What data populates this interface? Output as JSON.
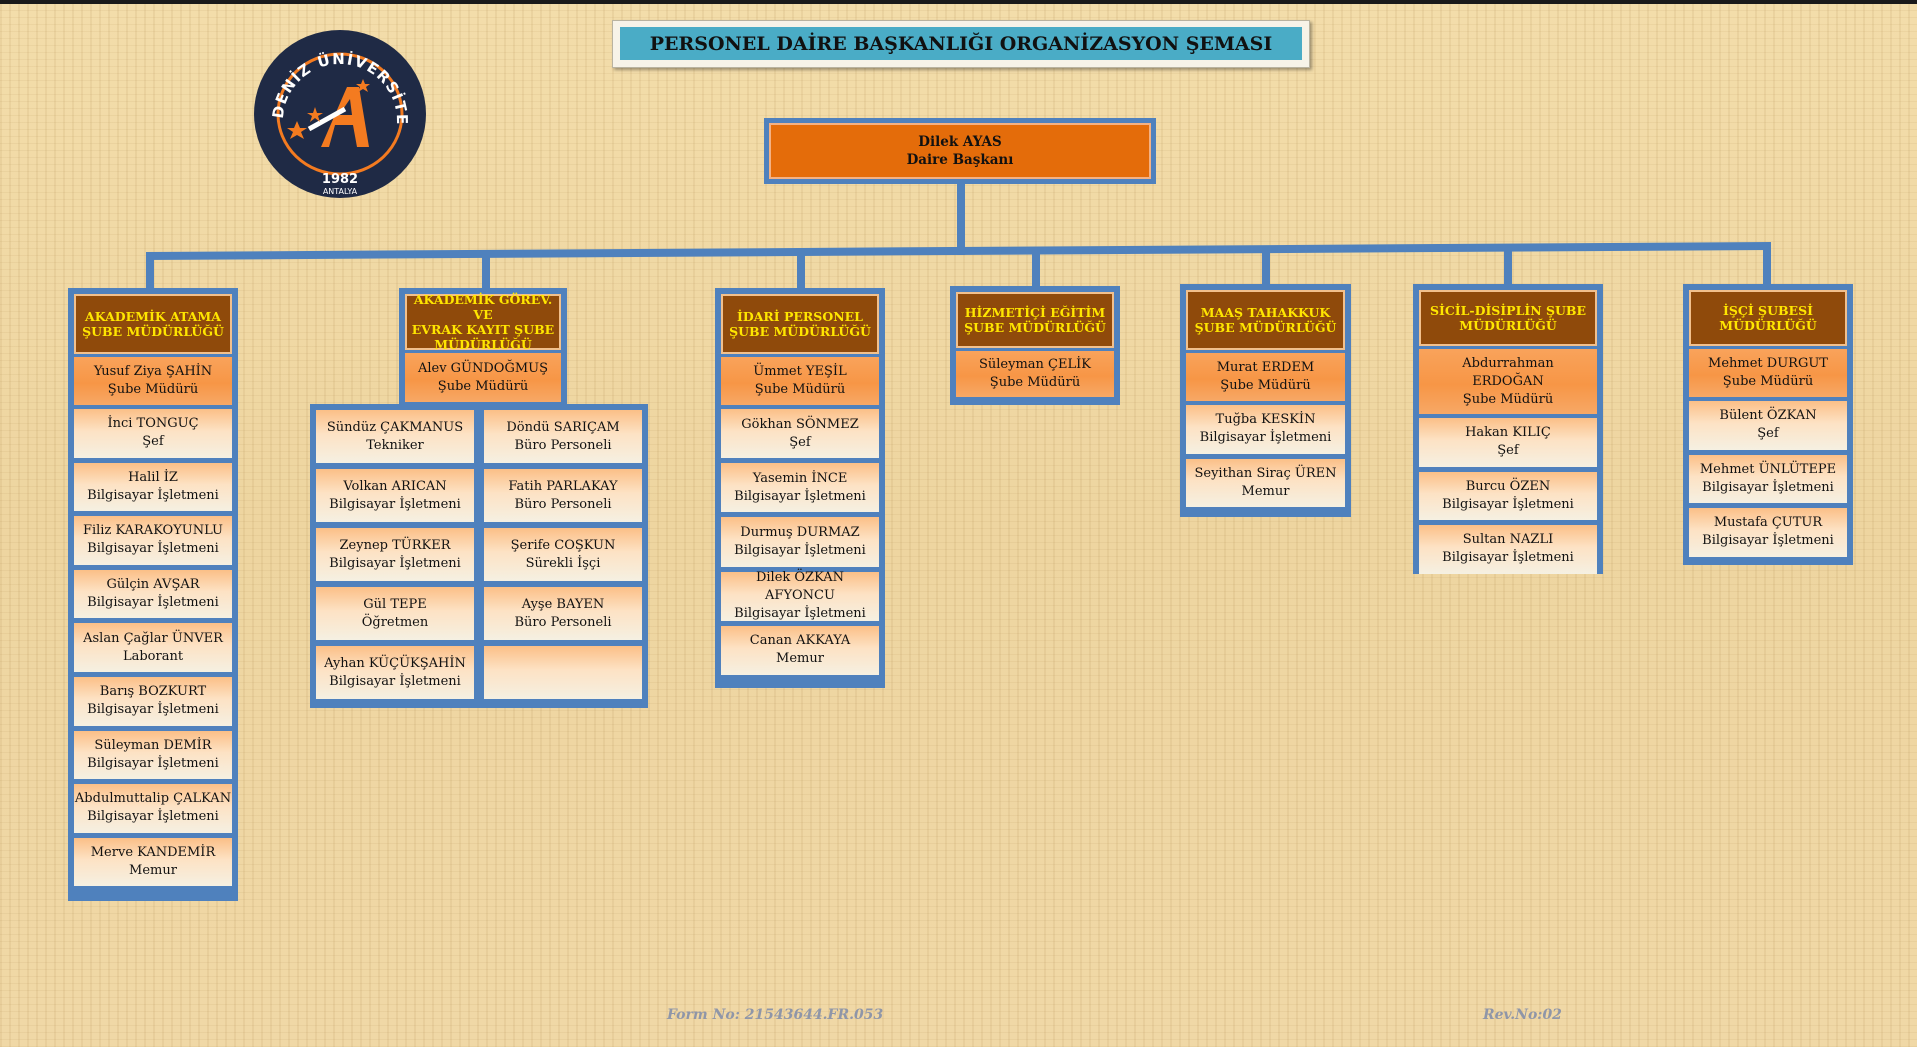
{
  "title": "PERSONEL DAİRE BAŞKANLIĞI ORGANİZASYON ŞEMASI",
  "logo": {
    "ring_text": "AKDENİZ ÜNİVERSİTESİ",
    "year": "1982",
    "city": "ANTALYA",
    "ring_color": "#1f2a45",
    "accent_color": "#f47b20"
  },
  "head": {
    "name": "Dilek AYAS",
    "title": "Daire Başkanı"
  },
  "colors": {
    "frame": "#4f81bd",
    "dept_bg": "#8f4a0b",
    "dept_text": "#ffe600",
    "manager_bg": "#f79646",
    "head_bg": "#e46c0a",
    "title_bg": "#4aacc6"
  },
  "departments": [
    {
      "name": [
        "AKADEMİK ATAMA",
        "ŞUBE MÜDÜRLÜĞÜ"
      ],
      "manager": {
        "name": "Yusuf Ziya ŞAHİN",
        "title": "Şube Müdürü"
      },
      "staff": [
        {
          "name": "İnci TONGUÇ",
          "title": "Şef"
        },
        {
          "name": "Halil İZ",
          "title": "Bilgisayar İşletmeni"
        },
        {
          "name": "Filiz  KARAKOYUNLU",
          "title": "Bilgisayar İşletmeni"
        },
        {
          "name": "Gülçin AVŞAR",
          "title": "Bilgisayar İşletmeni"
        },
        {
          "name": "Aslan Çağlar ÜNVER",
          "title": "Laborant"
        },
        {
          "name": "Barış BOZKURT",
          "title": "Bilgisayar İşletmeni"
        },
        {
          "name": "Süleyman DEMİR",
          "title": "Bilgisayar İşletmeni"
        },
        {
          "name": "Abdulmuttalip ÇALKAN",
          "title": "Bilgisayar İşletmeni"
        },
        {
          "name": "Merve KANDEMİR",
          "title": "Memur"
        }
      ]
    },
    {
      "name": [
        "AKADEMİK GÖREV. VE",
        "EVRAK KAYIT ŞUBE",
        "MÜDÜRLÜĞÜ"
      ],
      "manager": {
        "name": "Alev GÜNDOĞMUŞ",
        "title": "Şube Müdürü"
      },
      "staff_left": [
        {
          "name": "Sündüz ÇAKMANUS",
          "title": "Tekniker"
        },
        {
          "name": "Volkan  ARICAN",
          "title": "Bilgisayar İşletmeni"
        },
        {
          "name": "Zeynep TÜRKER",
          "title": "Bilgisayar İşletmeni"
        },
        {
          "name": "Gül TEPE",
          "title": "Öğretmen"
        },
        {
          "name": "Ayhan KÜÇÜKŞAHİN",
          "title": "Bilgisayar İşletmeni"
        }
      ],
      "staff_right": [
        {
          "name": "Döndü  SARIÇAM",
          "title": "Büro Personeli"
        },
        {
          "name": "Fatih PARLAKAY",
          "title": "Büro Personeli"
        },
        {
          "name": "Şerife COŞKUN",
          "title": "Sürekli İşçi"
        },
        {
          "name": "Ayşe BAYEN",
          "title": "Büro Personeli"
        },
        {
          "name": "",
          "title": ""
        }
      ]
    },
    {
      "name": [
        "İDARİ PERSONEL",
        "ŞUBE MÜDÜRLÜĞÜ"
      ],
      "manager": {
        "name": "Ümmet YEŞİL",
        "title": "Şube Müdürü"
      },
      "staff": [
        {
          "name": "Gökhan SÖNMEZ",
          "title": "Şef"
        },
        {
          "name": "Yasemin İNCE",
          "title": "Bilgisayar İşletmeni"
        },
        {
          "name": "Durmuş DURMAZ",
          "title": "Bilgisayar İşletmeni"
        },
        {
          "name": "Dilek ÖZKAN AFYONCU",
          "title": "Bilgisayar İşletmeni"
        },
        {
          "name": "Canan AKKAYA",
          "title": "Memur"
        }
      ]
    },
    {
      "name": [
        "HİZMETİÇİ EĞİTİM",
        "ŞUBE MÜDÜRLÜĞÜ"
      ],
      "manager": {
        "name": "Süleyman ÇELİK",
        "title": "Şube Müdürü"
      },
      "staff": []
    },
    {
      "name": [
        "MAAŞ TAHAKKUK",
        "ŞUBE MÜDÜRLÜĞÜ"
      ],
      "manager": {
        "name": "Murat ERDEM",
        "title": "Şube Müdürü"
      },
      "staff": [
        {
          "name": "Tuğba KESKİN",
          "title": "Bilgisayar İşletmeni"
        },
        {
          "name": "Seyithan Siraç ÜREN",
          "title": "Memur"
        }
      ]
    },
    {
      "name": [
        "SİCİL-DİSİPLİN  ŞUBE",
        "MÜDÜRLÜĞÜ"
      ],
      "manager": {
        "name": "Abdurrahman",
        "name2": "ERDOĞAN",
        "title": "Şube Müdürü"
      },
      "staff": [
        {
          "name": "Hakan KILIÇ",
          "title": "Şef"
        },
        {
          "name": "Burcu  ÖZEN",
          "title": "Bilgisayar İşletmeni"
        },
        {
          "name": "Sultan NAZLI",
          "title": "Bilgisayar İşletmeni"
        }
      ]
    },
    {
      "name": [
        "İŞÇİ ŞUBESİ",
        "MÜDÜRLÜĞÜ"
      ],
      "manager": {
        "name": "Mehmet DURGUT",
        "title": "Şube Müdürü"
      },
      "staff": [
        {
          "name": "Bülent ÖZKAN",
          "title": "Şef"
        },
        {
          "name": "Mehmet ÜNLÜTEPE",
          "title": "Bilgisayar İşletmeni"
        },
        {
          "name": "Mustafa ÇUTUR",
          "title": "Bilgisayar İşletmeni"
        }
      ]
    }
  ],
  "footer": {
    "form_no": "Form No: 21543644.FR.053",
    "rev_no": "Rev.No:02"
  }
}
